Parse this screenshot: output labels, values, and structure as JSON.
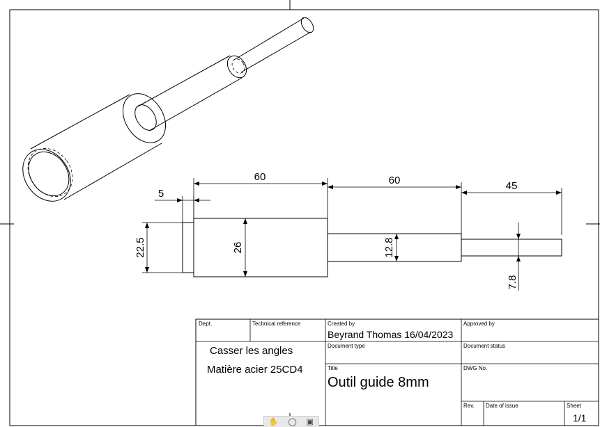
{
  "dimensions": {
    "d5": "5",
    "d60a": "60",
    "d60b": "60",
    "d45": "45",
    "d22_5": "22.5",
    "d26": "26",
    "d12_8": "12.8",
    "d7_8": "7.8"
  },
  "title_block": {
    "dept_label": "Dept.",
    "techref_label": "Technical reference",
    "created_label": "Created by",
    "created_value": "Beyrand Thomas 16/04/2023",
    "approved_label": "Approved by",
    "doctype_label": "Document type",
    "docstatus_label": "Document status",
    "title_label": "Title",
    "title_value": "Outil guide 8mm",
    "dwg_label": "DWG No.",
    "rev_label": "Rev.",
    "date_label": "Date of issue",
    "sheet_label": "Sheet",
    "sheet_value": "1/1"
  },
  "notes": {
    "line1": "Casser les angles",
    "line2": "Matière acier 25CD4"
  },
  "toolbar": {
    "pan_icon": "hand-icon",
    "zoom_icon": "magnifier-icon",
    "fit_icon": "zoom-fit-icon"
  }
}
